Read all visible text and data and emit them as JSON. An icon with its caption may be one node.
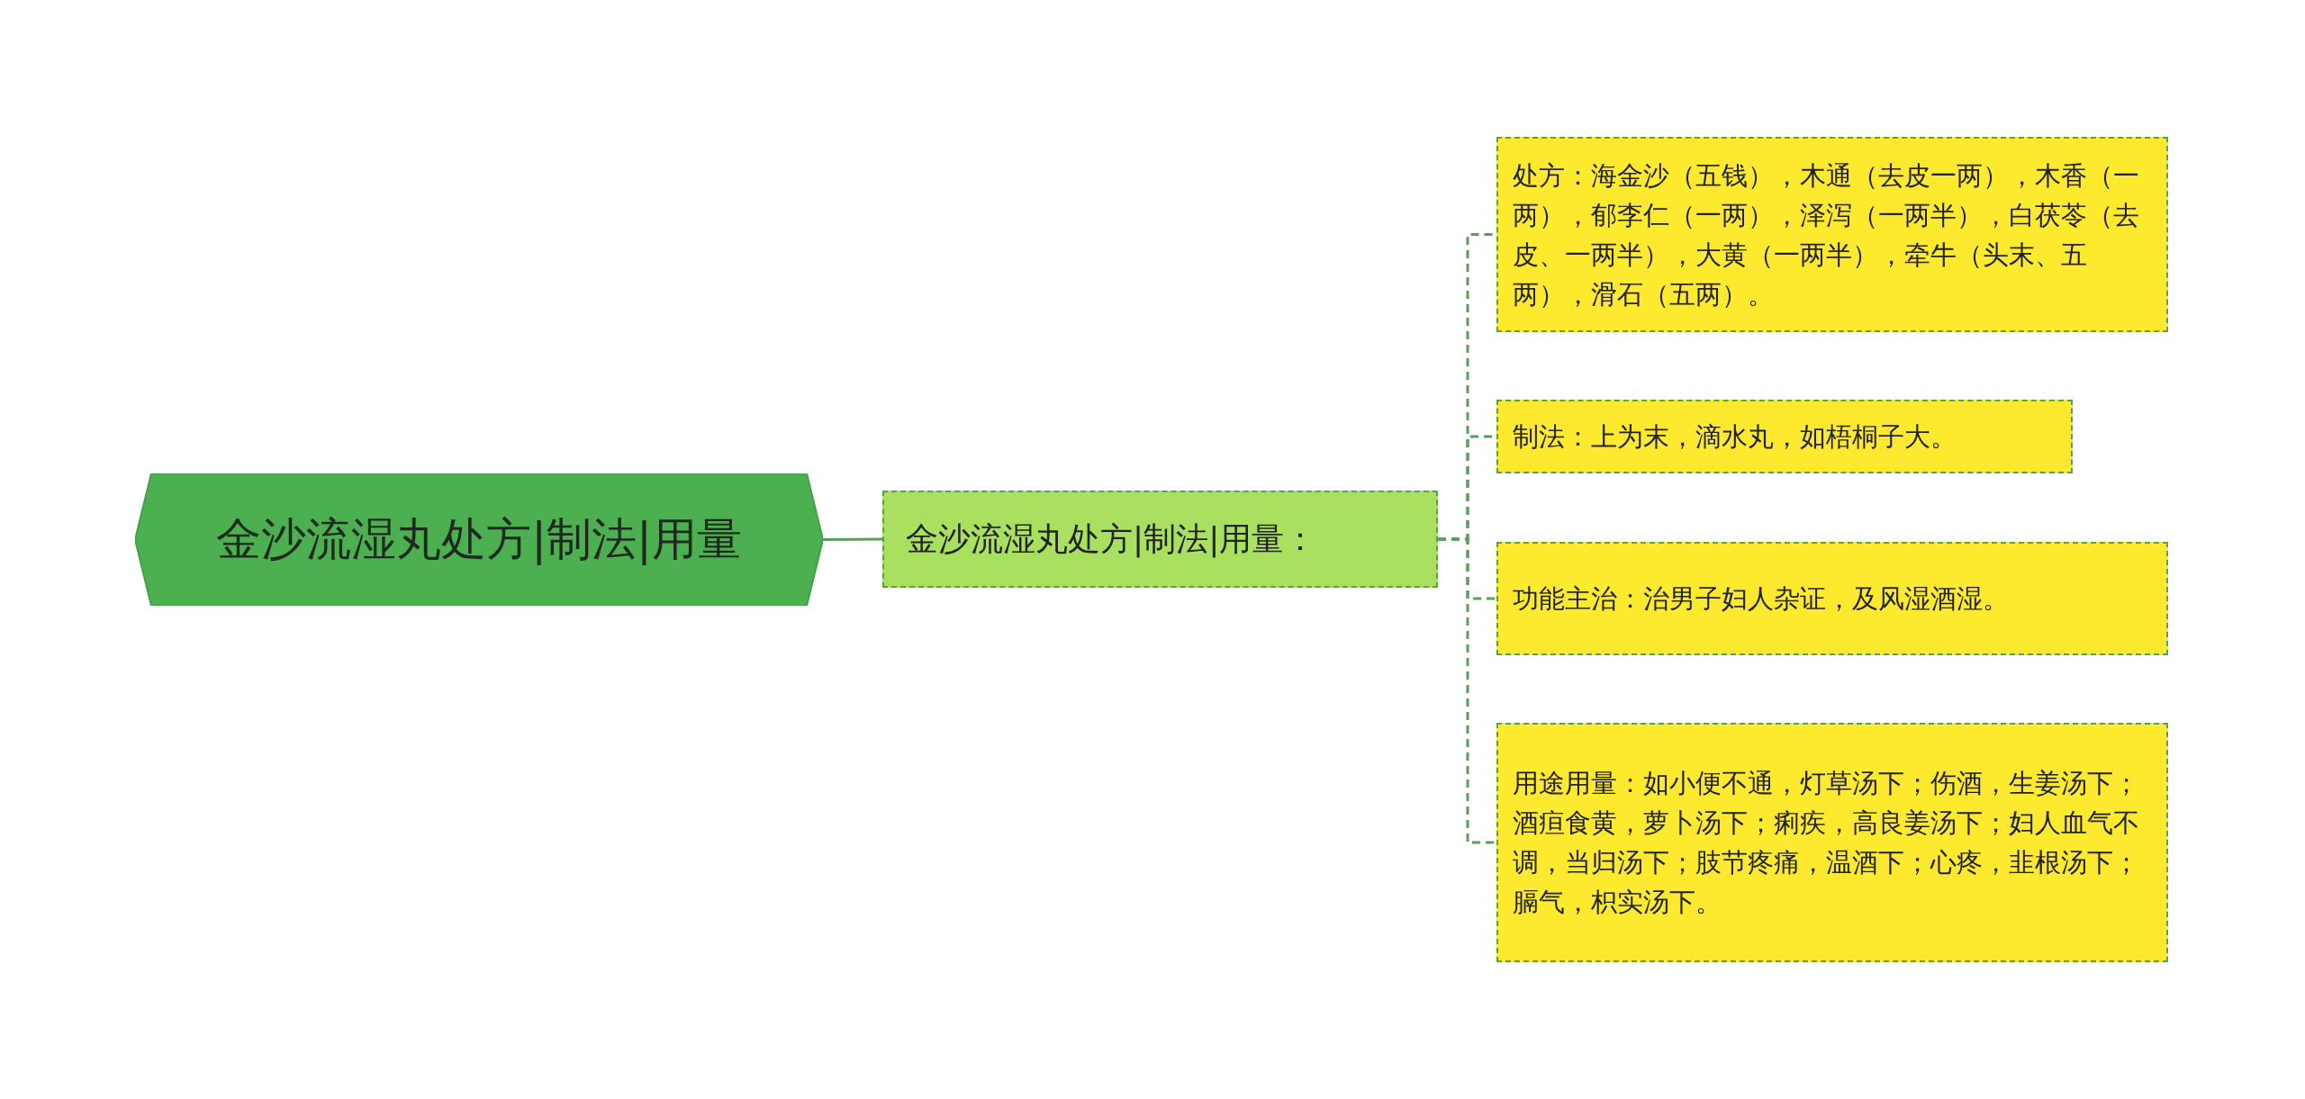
{
  "diagram": {
    "nodes": [
      {
        "text": [
          "金沙流湿丸处方|制法|用量"
        ]
      },
      {
        "text": [
          "金沙流湿丸处方|制法|用量："
        ]
      },
      {
        "text": [
          "处方：海金沙（五钱），木通（去皮一两），木香（一两），郁李仁（一两），泽泻（一两半），白茯苓（去皮、一两半），大黄（一两半），牵牛（头末、五两），滑石（五两）。"
        ]
      },
      {
        "text": [
          "制法：上为末，滴水丸，如梧桐子大。"
        ]
      },
      {
        "text": [
          "功能主治：治男子妇人杂证，及风湿酒湿。"
        ]
      },
      {
        "text": [
          "用途用量：如小便不通，灯草汤下；伤酒，生姜汤下；酒疸食黄，萝卜汤下；痢疾，高良姜汤下；妇人血气不调，当归汤下；肢节疼痛，温酒下；心疼，韭根汤下；膈气，枳实汤下。"
        ]
      }
    ],
    "edges": [
      {
        "from": 0,
        "to": 1,
        "arrow": "none"
      },
      {
        "from": 1,
        "to": 2,
        "arrow": "none",
        "style": "dashed"
      },
      {
        "from": 1,
        "to": 3,
        "arrow": "none",
        "style": "dashed"
      },
      {
        "from": 1,
        "to": 4,
        "arrow": "none",
        "style": "dashed"
      },
      {
        "from": 1,
        "to": 5,
        "arrow": "none",
        "style": "dashed"
      }
    ]
  }
}
